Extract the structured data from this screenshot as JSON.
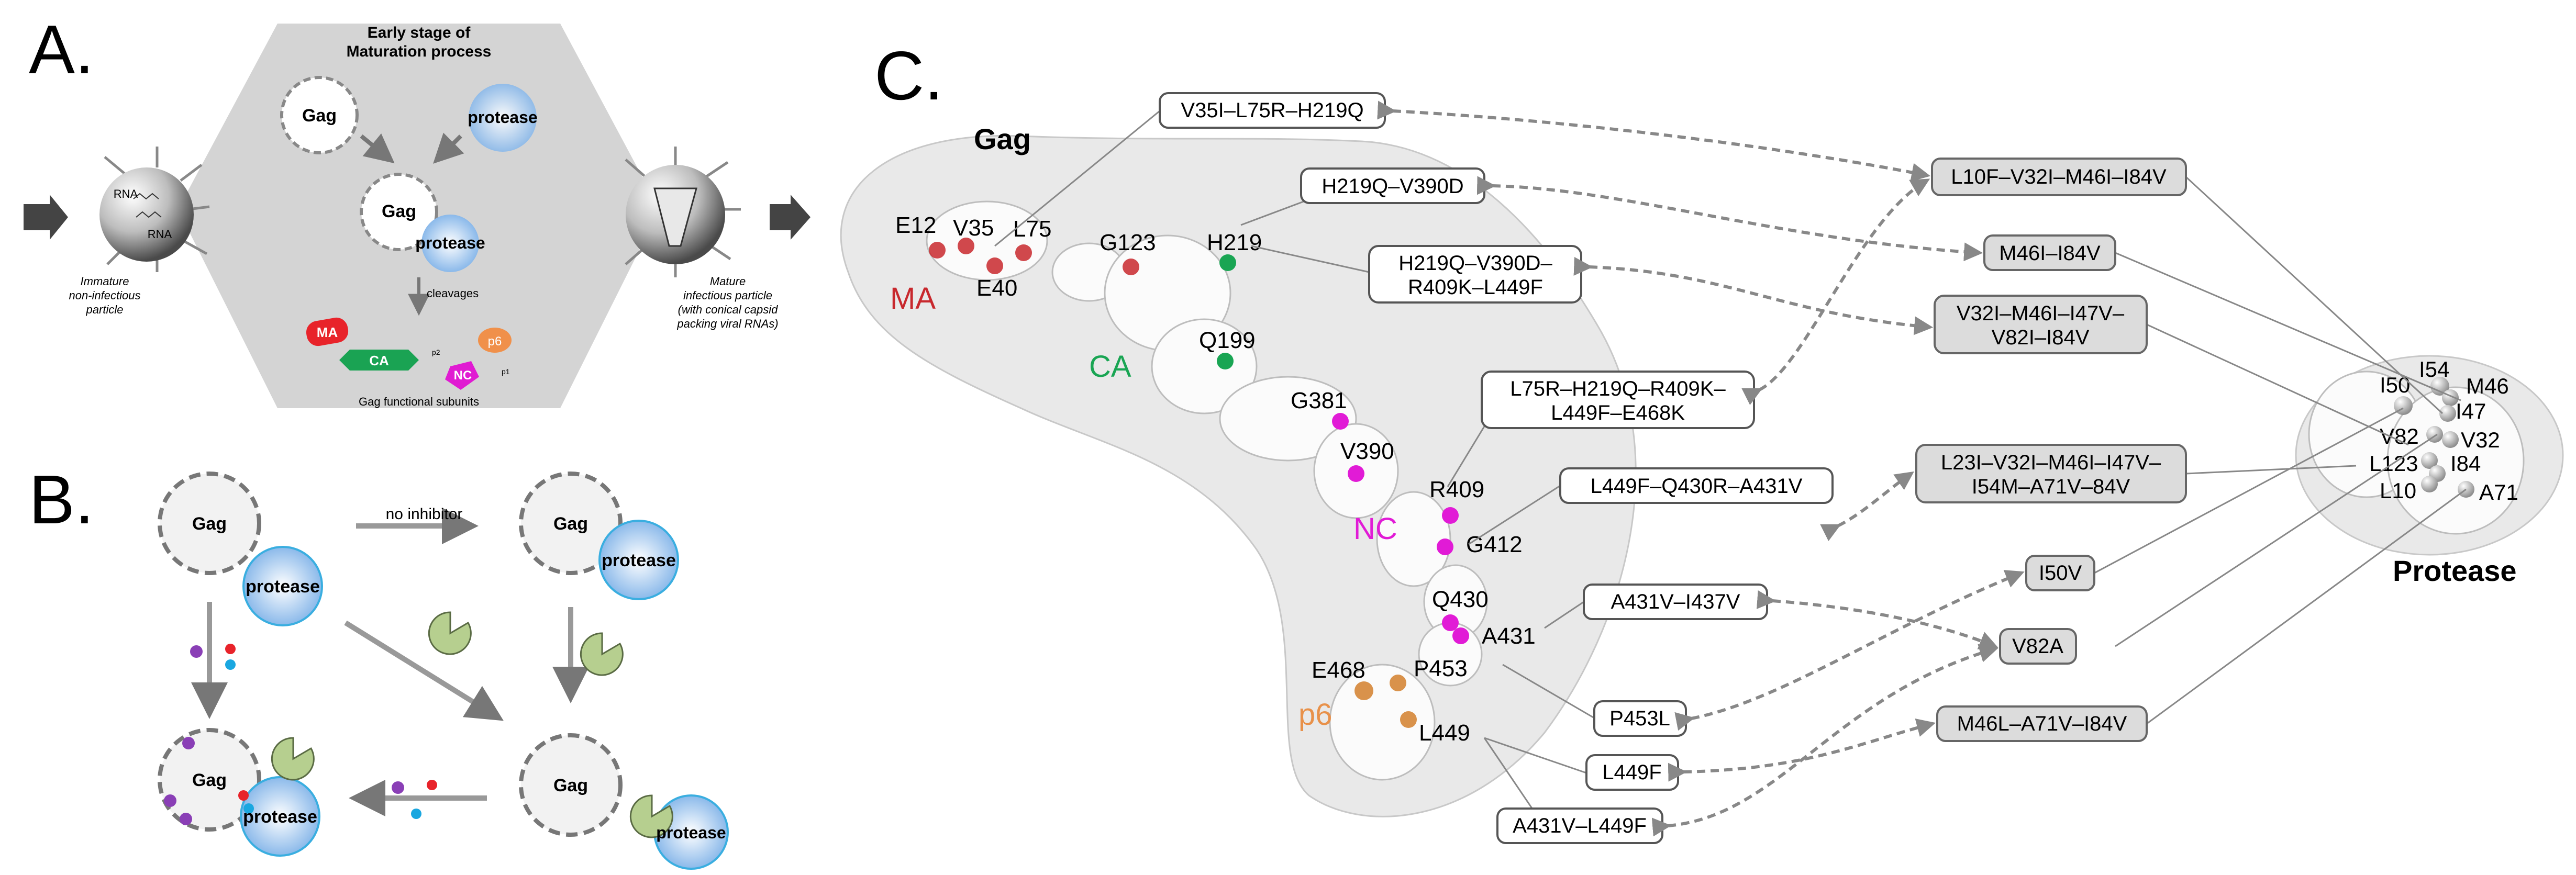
{
  "panels": {
    "a": "A.",
    "b": "B.",
    "c": "C."
  },
  "panel_a": {
    "stage_title_1": "Early stage of",
    "stage_title_2": "Maturation process",
    "gag": "Gag",
    "protease": "protease",
    "rna": "RNA",
    "cleavages": "cleavages",
    "ma": "MA",
    "ca": "CA",
    "nc": "NC",
    "p6": "p6",
    "p2": "p2",
    "p1": "p1",
    "subunits": "Gag functional subunits",
    "immature_1": "Immature",
    "immature_2": "non-infectious",
    "immature_3": "particle",
    "mature_1": "Mature",
    "mature_2": "infectious particle",
    "mature_3": "(with conical capsid",
    "mature_4": "packing viral RNAs)"
  },
  "panel_b": {
    "gag": "Gag",
    "protease": "protease",
    "no_inhibitor": "no inhibitor"
  },
  "panel_c": {
    "gag_title": "Gag",
    "protease_title": "Protease",
    "domains": {
      "ma": "MA",
      "ca": "CA",
      "nc": "NC",
      "p6": "p6"
    },
    "gag_residues": [
      "E12",
      "V35",
      "L75",
      "E40",
      "G123",
      "H219",
      "Q199",
      "G381",
      "V390",
      "R409",
      "G412",
      "Q430",
      "A431",
      "E468",
      "P453",
      "L449"
    ],
    "protease_residues": [
      "I50",
      "I54",
      "M46",
      "I47",
      "V82",
      "V32",
      "L123",
      "I84",
      "L10",
      "A71"
    ],
    "gag_mutations": [
      "V35I–L75R–H219Q",
      "H219Q–V390D",
      "H219Q–V390D–",
      "R409K–L449F",
      "L75R–H219Q–R409K–",
      "L449F–E468K",
      "L449F–Q430R–A431V",
      "A431V–I437V",
      "P453L",
      "L449F",
      "A431V–L449F"
    ],
    "protease_mutations": [
      "L10F–V32I–M46I–I84V",
      "M46I–I84V",
      "V32I–M46I–I47V–",
      "V82I–I84V",
      "L23I–V32I–M46I–I47V–",
      "I54M–A71V–84V",
      "I50V",
      "V82A",
      "M46L–A71V–I84V"
    ],
    "colors": {
      "ma": "#c8282d",
      "ca": "#19a553",
      "nc": "#e11bd6",
      "p6": "#e8914a",
      "arrow": "#777777"
    }
  }
}
